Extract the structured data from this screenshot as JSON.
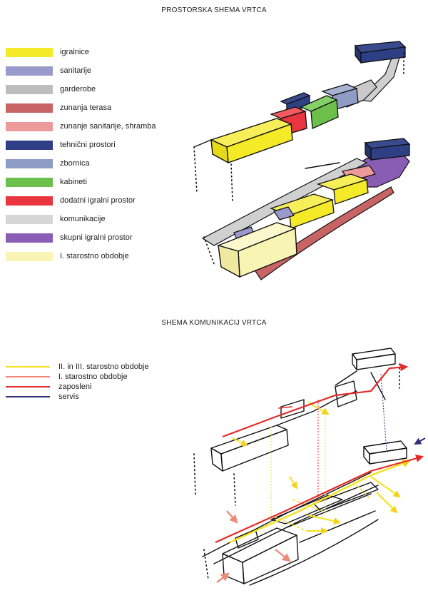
{
  "section1": {
    "title": "PROSTORSKA SHEMA VRTCA",
    "legend": [
      {
        "label": "igralnice",
        "color": "#f4ea28"
      },
      {
        "label": "sanitarije",
        "color": "#9999cc"
      },
      {
        "label": "garderobe",
        "color": "#bdbdbd"
      },
      {
        "label": "zunanja terasa",
        "color": "#c86464"
      },
      {
        "label": "zunanje sanitarije, shramba",
        "color": "#ee9a9a"
      },
      {
        "label": "tehnični prostori",
        "color": "#2e3f86"
      },
      {
        "label": "zbornica",
        "color": "#8e9cc6"
      },
      {
        "label": "kabineti",
        "color": "#6cbf4a"
      },
      {
        "label": "dodatni igralni prostor",
        "color": "#e8353f"
      },
      {
        "label": "komunikacije",
        "color": "#d6d6d6"
      },
      {
        "label": "skupni igralni prostor",
        "color": "#8a5db5"
      },
      {
        "label": "I. starostno obdobje",
        "color": "#f8f4b4"
      }
    ]
  },
  "section2": {
    "title": "SHEMA KOMUNIKACIJ VRTCA",
    "legend": [
      {
        "label": "II. in III. starostno obdobje",
        "color": "#f4e11c"
      },
      {
        "label": "I. starostno obdobje",
        "color": "#ee8a7a"
      },
      {
        "label": "zaposleni",
        "color": "#e52a2a"
      },
      {
        "label": "servis",
        "color": "#2e3078"
      }
    ]
  }
}
